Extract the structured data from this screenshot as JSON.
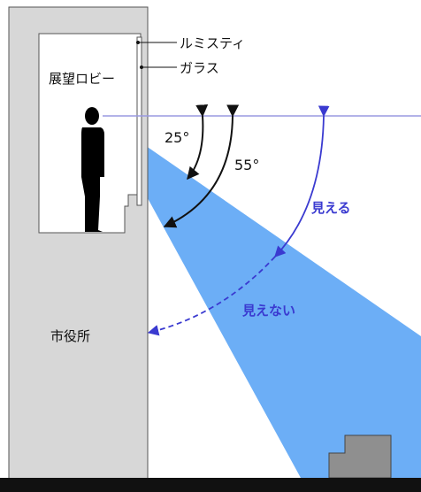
{
  "labels": {
    "lumistie": "ルミスティ",
    "glass": "ガラス",
    "observation_lobby": "展望ロビー",
    "city_hall": "市役所",
    "visible": "見える",
    "not_visible": "見えない",
    "angle_25": "25°",
    "angle_55": "55°"
  },
  "colors": {
    "building": "#d7d7d7",
    "building_outline": "#555555",
    "lobby_room": "#ffffff",
    "view_cone": "#64aaf5",
    "horizon_line": "#9a9ae0",
    "arrow_black": "#111111",
    "arrow_blue": "#3a3ad0",
    "ground": "#111111",
    "distant_building": "#8f8f8f"
  }
}
